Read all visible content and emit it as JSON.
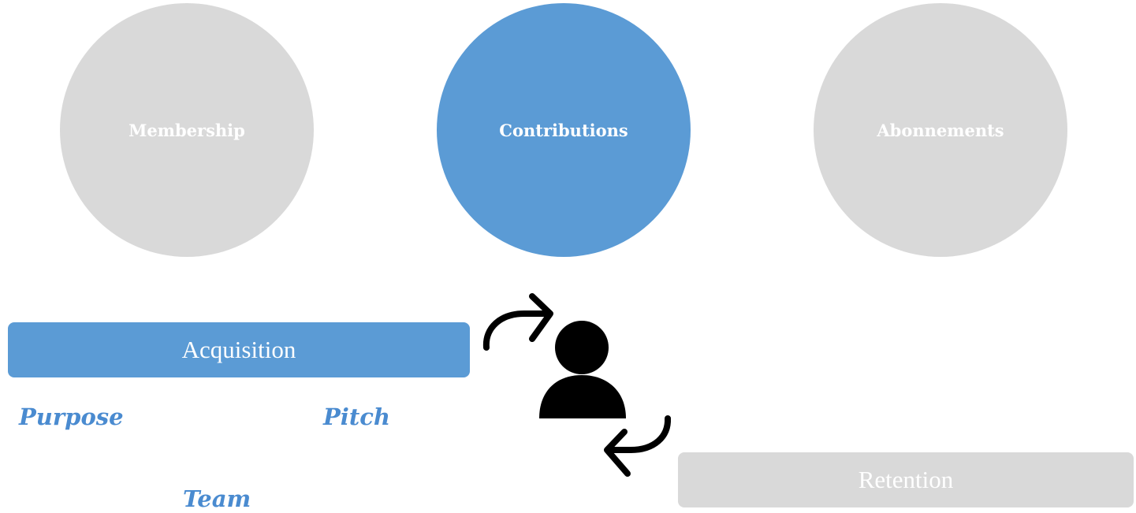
{
  "circles": {
    "membership": "Membership",
    "contributions": "Contributions",
    "abonnements": "Abonnements"
  },
  "bars": {
    "acquisition": "Acquisition",
    "retention": "Retention"
  },
  "keywords": {
    "purpose": "Purpose",
    "pitch": "Pitch",
    "team": "Team"
  },
  "colors": {
    "active_blue": "#5b9bd5",
    "inactive_gray": "#d9d9d9",
    "keyword_blue": "#4a8bd0",
    "icon_black": "#000000"
  },
  "icons": {
    "person": "person-icon",
    "arrow_top": "curved-arrow-right-icon",
    "arrow_bottom": "curved-arrow-left-icon"
  }
}
